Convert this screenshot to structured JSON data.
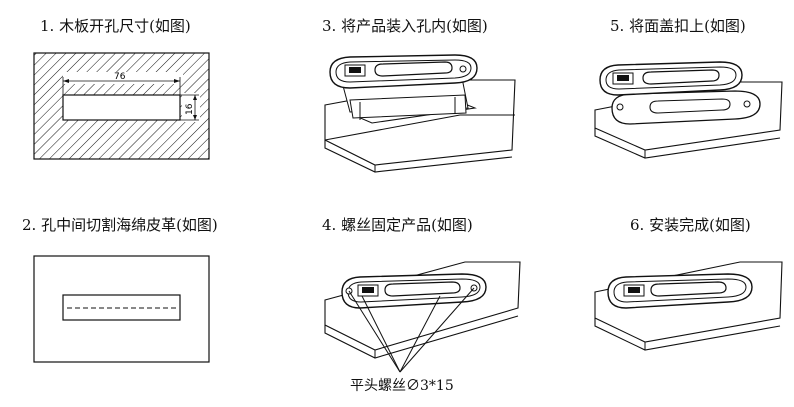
{
  "steps": [
    {
      "label": "1. 木板开孔尺寸(如图)"
    },
    {
      "label": "2. 孔中间切割海绵皮革(如图)"
    },
    {
      "label": "3. 将产品装入孔内(如图)"
    },
    {
      "label": "4. 螺丝固定产品(如图)"
    },
    {
      "label": "5. 将面盖扣上(如图)"
    },
    {
      "label": "6. 安装完成(如图)"
    }
  ],
  "dimensions": {
    "width": "76",
    "height": "16"
  },
  "screw_note": "平头螺丝∅3*15",
  "colors": {
    "line": "#111111",
    "background": "#ffffff"
  }
}
